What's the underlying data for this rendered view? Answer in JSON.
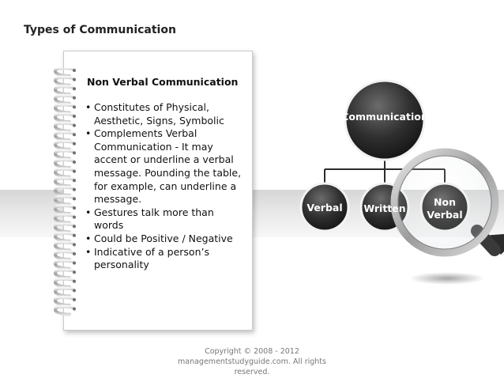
{
  "slide": {
    "title": "Types of Communication"
  },
  "notepad": {
    "title": "Non Verbal Communication",
    "bullets": [
      "Constitutes of Physical, Aesthetic, Signs, Symbolic",
      "Complements Verbal Communication - It may accent or underline a verbal message. Pounding the table, for example, can underline a message.",
      "Gestures talk more than words",
      "Could be Positive / Negative",
      "Indicative of a person’s personality"
    ]
  },
  "diagram": {
    "root": "Communication",
    "children": [
      "Verbal",
      "Written",
      "Non Verbal"
    ],
    "highlighted": "Non Verbal"
  },
  "footer": {
    "copyright": "Copyright © 2008 - 2012 managementstudyguide.com. All rights reserved."
  },
  "colors": {
    "node_dark": "#2a2a2a",
    "connector": "#2c2c2c",
    "magnifier_rim": "#b0b0b0"
  }
}
